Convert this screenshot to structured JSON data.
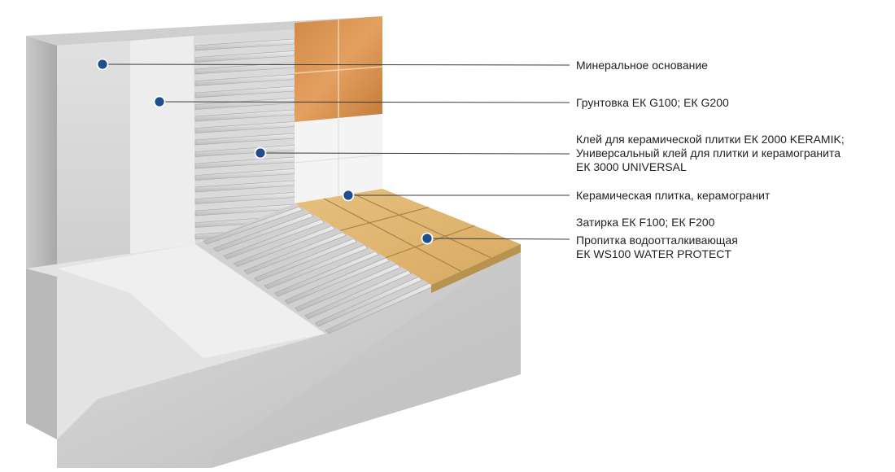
{
  "colors": {
    "marker": "#1f4e8c",
    "leader_line": "#3a3a3a",
    "concrete": "#d3d3d3",
    "primer": "#ececec",
    "wall_tile": "#d98b3f",
    "floor_tile": "#e0b573"
  },
  "callouts": [
    {
      "id": "mineral-base",
      "lines": [
        "Минеральное основание"
      ]
    },
    {
      "id": "primer",
      "lines": [
        "Грунтовка ЕК G100; ЕК G200"
      ]
    },
    {
      "id": "adhesive",
      "lines": [
        "Клей для керамической плитки ЕК 2000 KERAMIK;",
        "Универсальный клей для плитки и керамогранита",
        "ЕК 3000 UNIVERSAL"
      ]
    },
    {
      "id": "ceramic-tile",
      "lines": [
        "Керамическая плитка, керамогранит"
      ]
    },
    {
      "id": "grout",
      "lines": [
        "Затирка ЕК F100; ЕК F200"
      ]
    },
    {
      "id": "impregnation",
      "lines": [
        "Пропитка водоотталкивающая",
        "ЕК WS100 WATER PROTECT"
      ]
    }
  ]
}
